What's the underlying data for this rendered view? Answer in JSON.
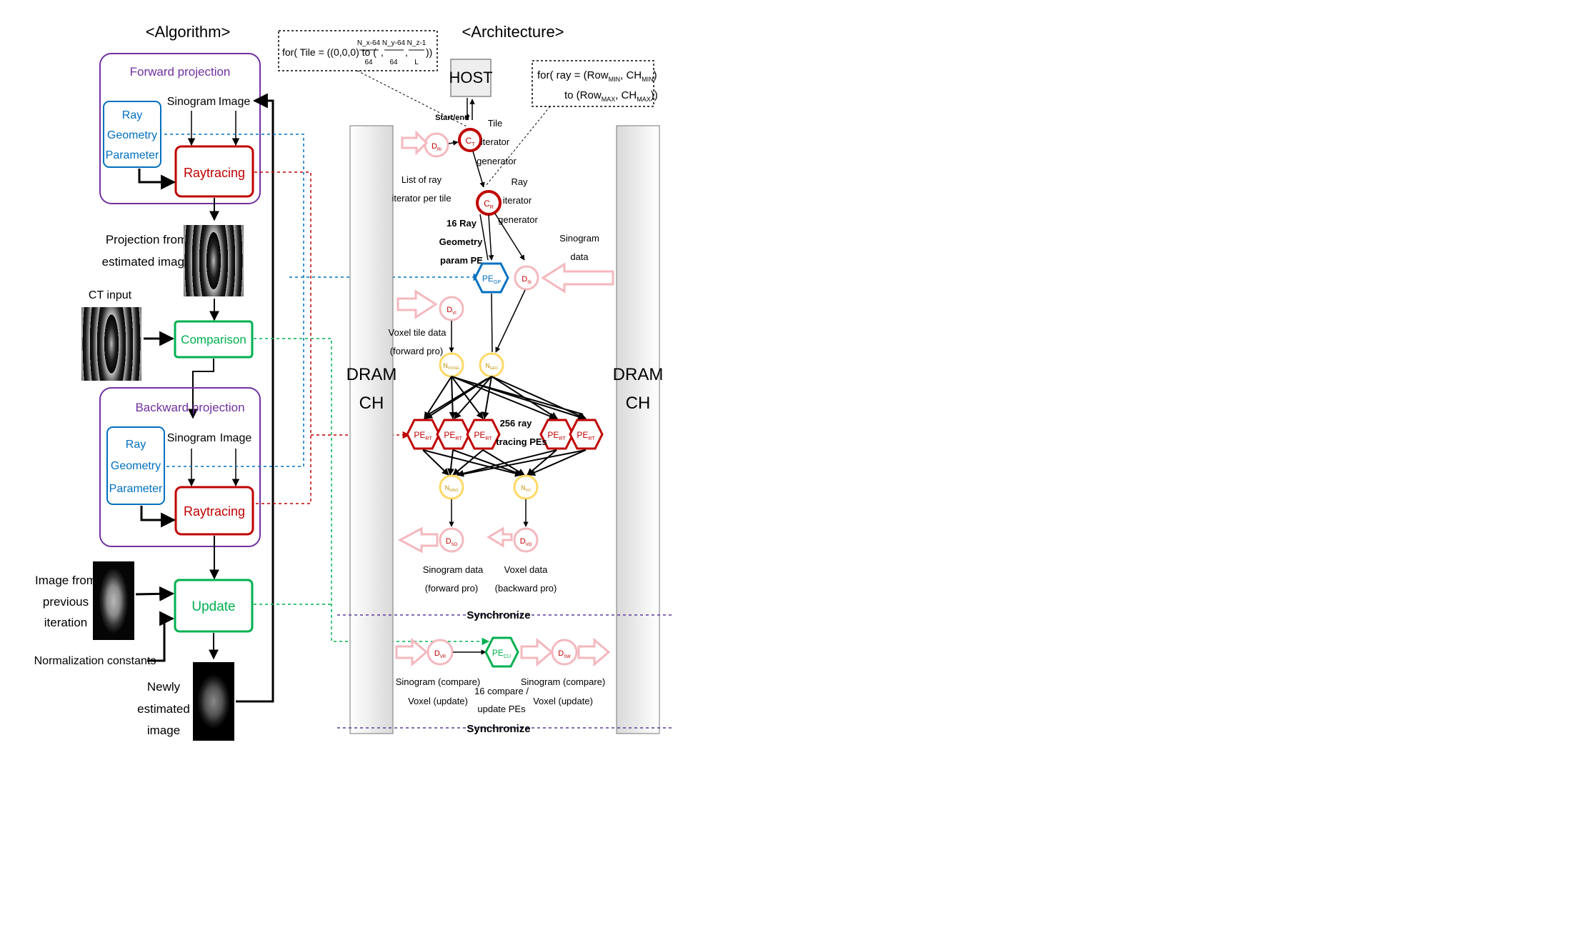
{
  "headers": {
    "algorithm": "<Algorithm>",
    "architecture": "<Architecture>"
  },
  "algorithm": {
    "forward_projection": "Forward projection",
    "backward_projection": "Backward projection",
    "sinogram": "Sinogram",
    "image": "Image",
    "ray_geometry": [
      "Ray",
      "Geometry",
      "Parameter"
    ],
    "raytracing": "Raytracing",
    "comparison": "Comparison",
    "update": "Update",
    "projection_from": [
      "Projection from",
      "estimated image"
    ],
    "ct_input": "CT input",
    "image_from_previous": [
      "Image from",
      "previous",
      "iteration"
    ],
    "normalization": "Normalization constants",
    "newly_estimated": [
      "Newly",
      "estimated",
      "image"
    ]
  },
  "architecture": {
    "dram_ch": [
      "DRAM",
      "CH"
    ],
    "host": "HOST",
    "loop_tile": "for( Tile = ((0,0,0) to (",
    "loop_tile_fracs": [
      [
        "N_x-64",
        "64"
      ],
      [
        "N_y-64",
        "64"
      ],
      [
        "N_z-1",
        "L"
      ]
    ],
    "loop_tile_close": "))",
    "loop_ray_1": "for( ray = (Row",
    "loop_ray_min_sub": "MIN",
    "loop_ray_ch": ", CH",
    "loop_ray_close1": ")",
    "loop_ray_2": "to (Row",
    "loop_ray_max_sub": "MAX",
    "loop_ray_ch2": ", CH",
    "loop_ray_close2": "))",
    "start_end": "Start/end",
    "tile_gen": [
      "Tile",
      "iterator",
      "generator"
    ],
    "ray_gen": [
      "Ray",
      "iterator",
      "generator"
    ],
    "list_ray": [
      "List of ray",
      "iterator per tile"
    ],
    "rays16": [
      "16 Ray",
      "Geometry",
      "param PE"
    ],
    "sinogram_data": [
      "Sinogram",
      "data"
    ],
    "voxel_tile": [
      "Voxel tile data",
      "(forward pro)"
    ],
    "rt_label": [
      "256 ray",
      "tracing PEs"
    ],
    "sino_fwd": [
      "Sinogram data",
      "(forward pro)"
    ],
    "voxel_bwd": [
      "Voxel data",
      "(backward pro)"
    ],
    "synchronize": "Synchronize",
    "sino_compare_left": [
      "Sinogram (compare)",
      "Voxel (update)"
    ],
    "sino_compare_right": [
      "Sinogram (compare)",
      "Voxel (update)"
    ],
    "cu_label": [
      "16 compare /",
      "update PEs"
    ],
    "node_main": {
      "ct": "C",
      "ct_sub": "T",
      "cr": "C",
      "cr_sub": "R",
      "dri": "D",
      "dri_sub": "RI",
      "pegp": "PE",
      "pegp_sub": "GP",
      "dsi": "D",
      "dsi_sub": "SI",
      "dvi": "D",
      "dvi_sub": "VI",
      "nv": "N",
      "nv_sub": "VOXEL",
      "ng": "N",
      "ng_sub": "GEO",
      "pert": "PE",
      "pert_sub": "RT",
      "nsgt": "N",
      "nsgt_sub": "SINO",
      "nvo": "N",
      "nvo_sub": "VO",
      "dso": "D",
      "dso_sub": "SO",
      "dvo": "D",
      "dvo_sub": "VO",
      "dvr": "D",
      "dvr_sub": "VR",
      "pecu": "PE",
      "pecu_sub": "CU",
      "dsw": "D",
      "dsw_sub": "SW"
    }
  },
  "colors": {
    "purple": "#7030A0",
    "blue": "#0070C0",
    "red": "#C00000",
    "green": "#00B050",
    "pink": "#F4B8BE",
    "yellow": "#FFD966"
  }
}
